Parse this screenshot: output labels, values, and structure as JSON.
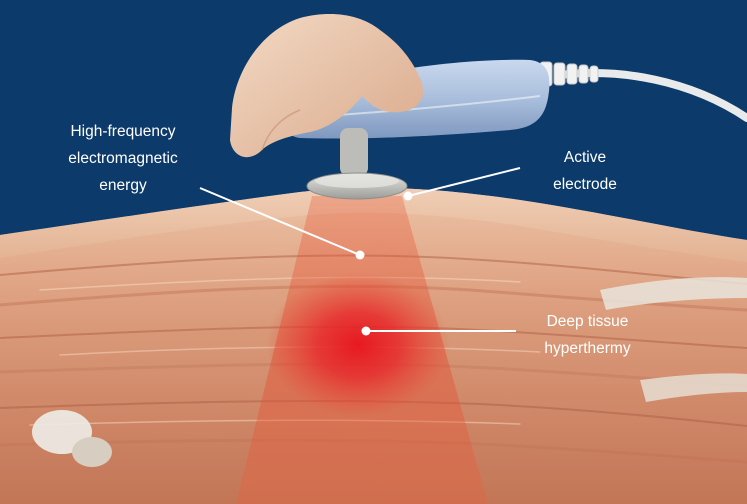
{
  "labels": {
    "energy": [
      "High-frequency",
      "electromagnetic",
      "energy"
    ],
    "electrode": [
      "Active",
      "electrode"
    ],
    "hyperthermy": [
      "Deep tissue",
      "hyperthermy"
    ]
  },
  "colors": {
    "background": "#0b3a6b",
    "muscle": "#d79a78",
    "beam": "#e8603f",
    "heat_core": "#e8141e",
    "handpiece": "#a9bedc",
    "cable": "#e9eaec",
    "label_text": "#ffffff"
  }
}
